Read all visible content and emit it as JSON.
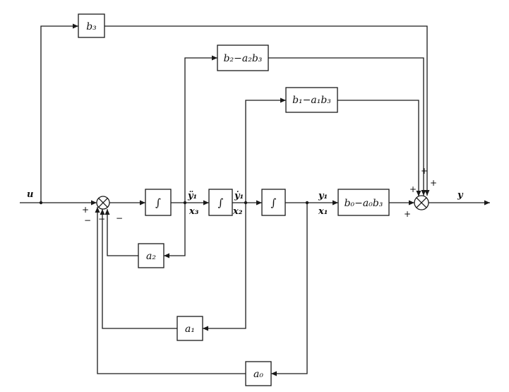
{
  "signals": {
    "input": "u",
    "output": "y",
    "y1_ddot": "ÿ₁",
    "x3": "x₃",
    "y1_dot": "ẏ₁",
    "x2": "x₂",
    "y1": "y₁",
    "x1": "x₁"
  },
  "blocks": {
    "b3": "b₃",
    "b2_a2b3": "b₂−a₂b₃",
    "b1_a1b3": "b₁−a₁b₃",
    "b0_a0b3": "b₀−a₀b₃",
    "a2": "a₂",
    "a1": "a₁",
    "a0": "a₀",
    "integrator": "∫"
  },
  "signs": {
    "plus": "+",
    "minus": "−"
  }
}
